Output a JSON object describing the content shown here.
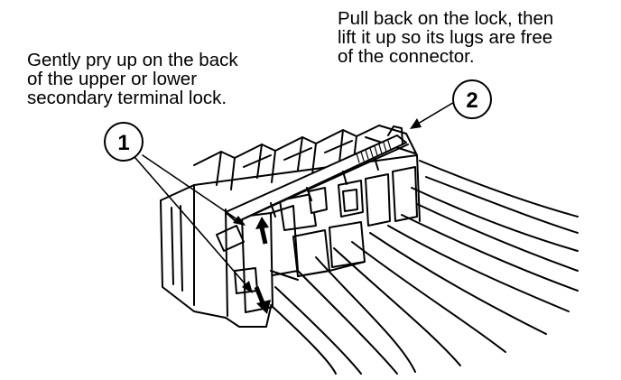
{
  "notes": {
    "step1": [
      "Gently pry up on the back",
      "of the upper or lower",
      "secondary terminal lock."
    ],
    "step2": [
      "Pull back on the lock, then",
      "lift it up so its lugs are free",
      "of the connector."
    ]
  },
  "callouts": {
    "one": "1",
    "two": "2"
  },
  "colors": {
    "ink": "#000000",
    "paper": "#ffffff",
    "shade": "#b8b8b8"
  }
}
